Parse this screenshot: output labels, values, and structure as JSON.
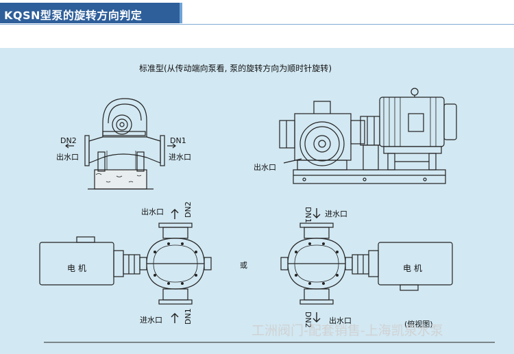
{
  "header": {
    "title": "KQSN型泵的旋转方向判定"
  },
  "diagram": {
    "caption": "标准型(从传动端向泵看, 泵的旋转方向为顺时针旋转)",
    "or_label": "或",
    "top_view_label": "(俯视图)",
    "motor_label": "电 机",
    "front_view": {
      "left_dn": "DN2",
      "left_port": "出水口",
      "right_dn": "DN1",
      "right_port": "进水口"
    },
    "side_view": {
      "port": "出水口"
    },
    "plan_left": {
      "top_port": "出水口",
      "top_dn": "DN2",
      "bottom_port": "进水口",
      "bottom_dn": "DN1"
    },
    "plan_right": {
      "top_dn": "DN1",
      "top_port": "进水口",
      "bottom_dn": "DN2",
      "bottom_port": "出水口"
    }
  },
  "watermark": "工洲阀门-配套销售-上海凯泉水泵",
  "colors": {
    "title_bg": "#2e5f9a",
    "panel_bg": "#d2e8f2",
    "line": "#222222"
  }
}
